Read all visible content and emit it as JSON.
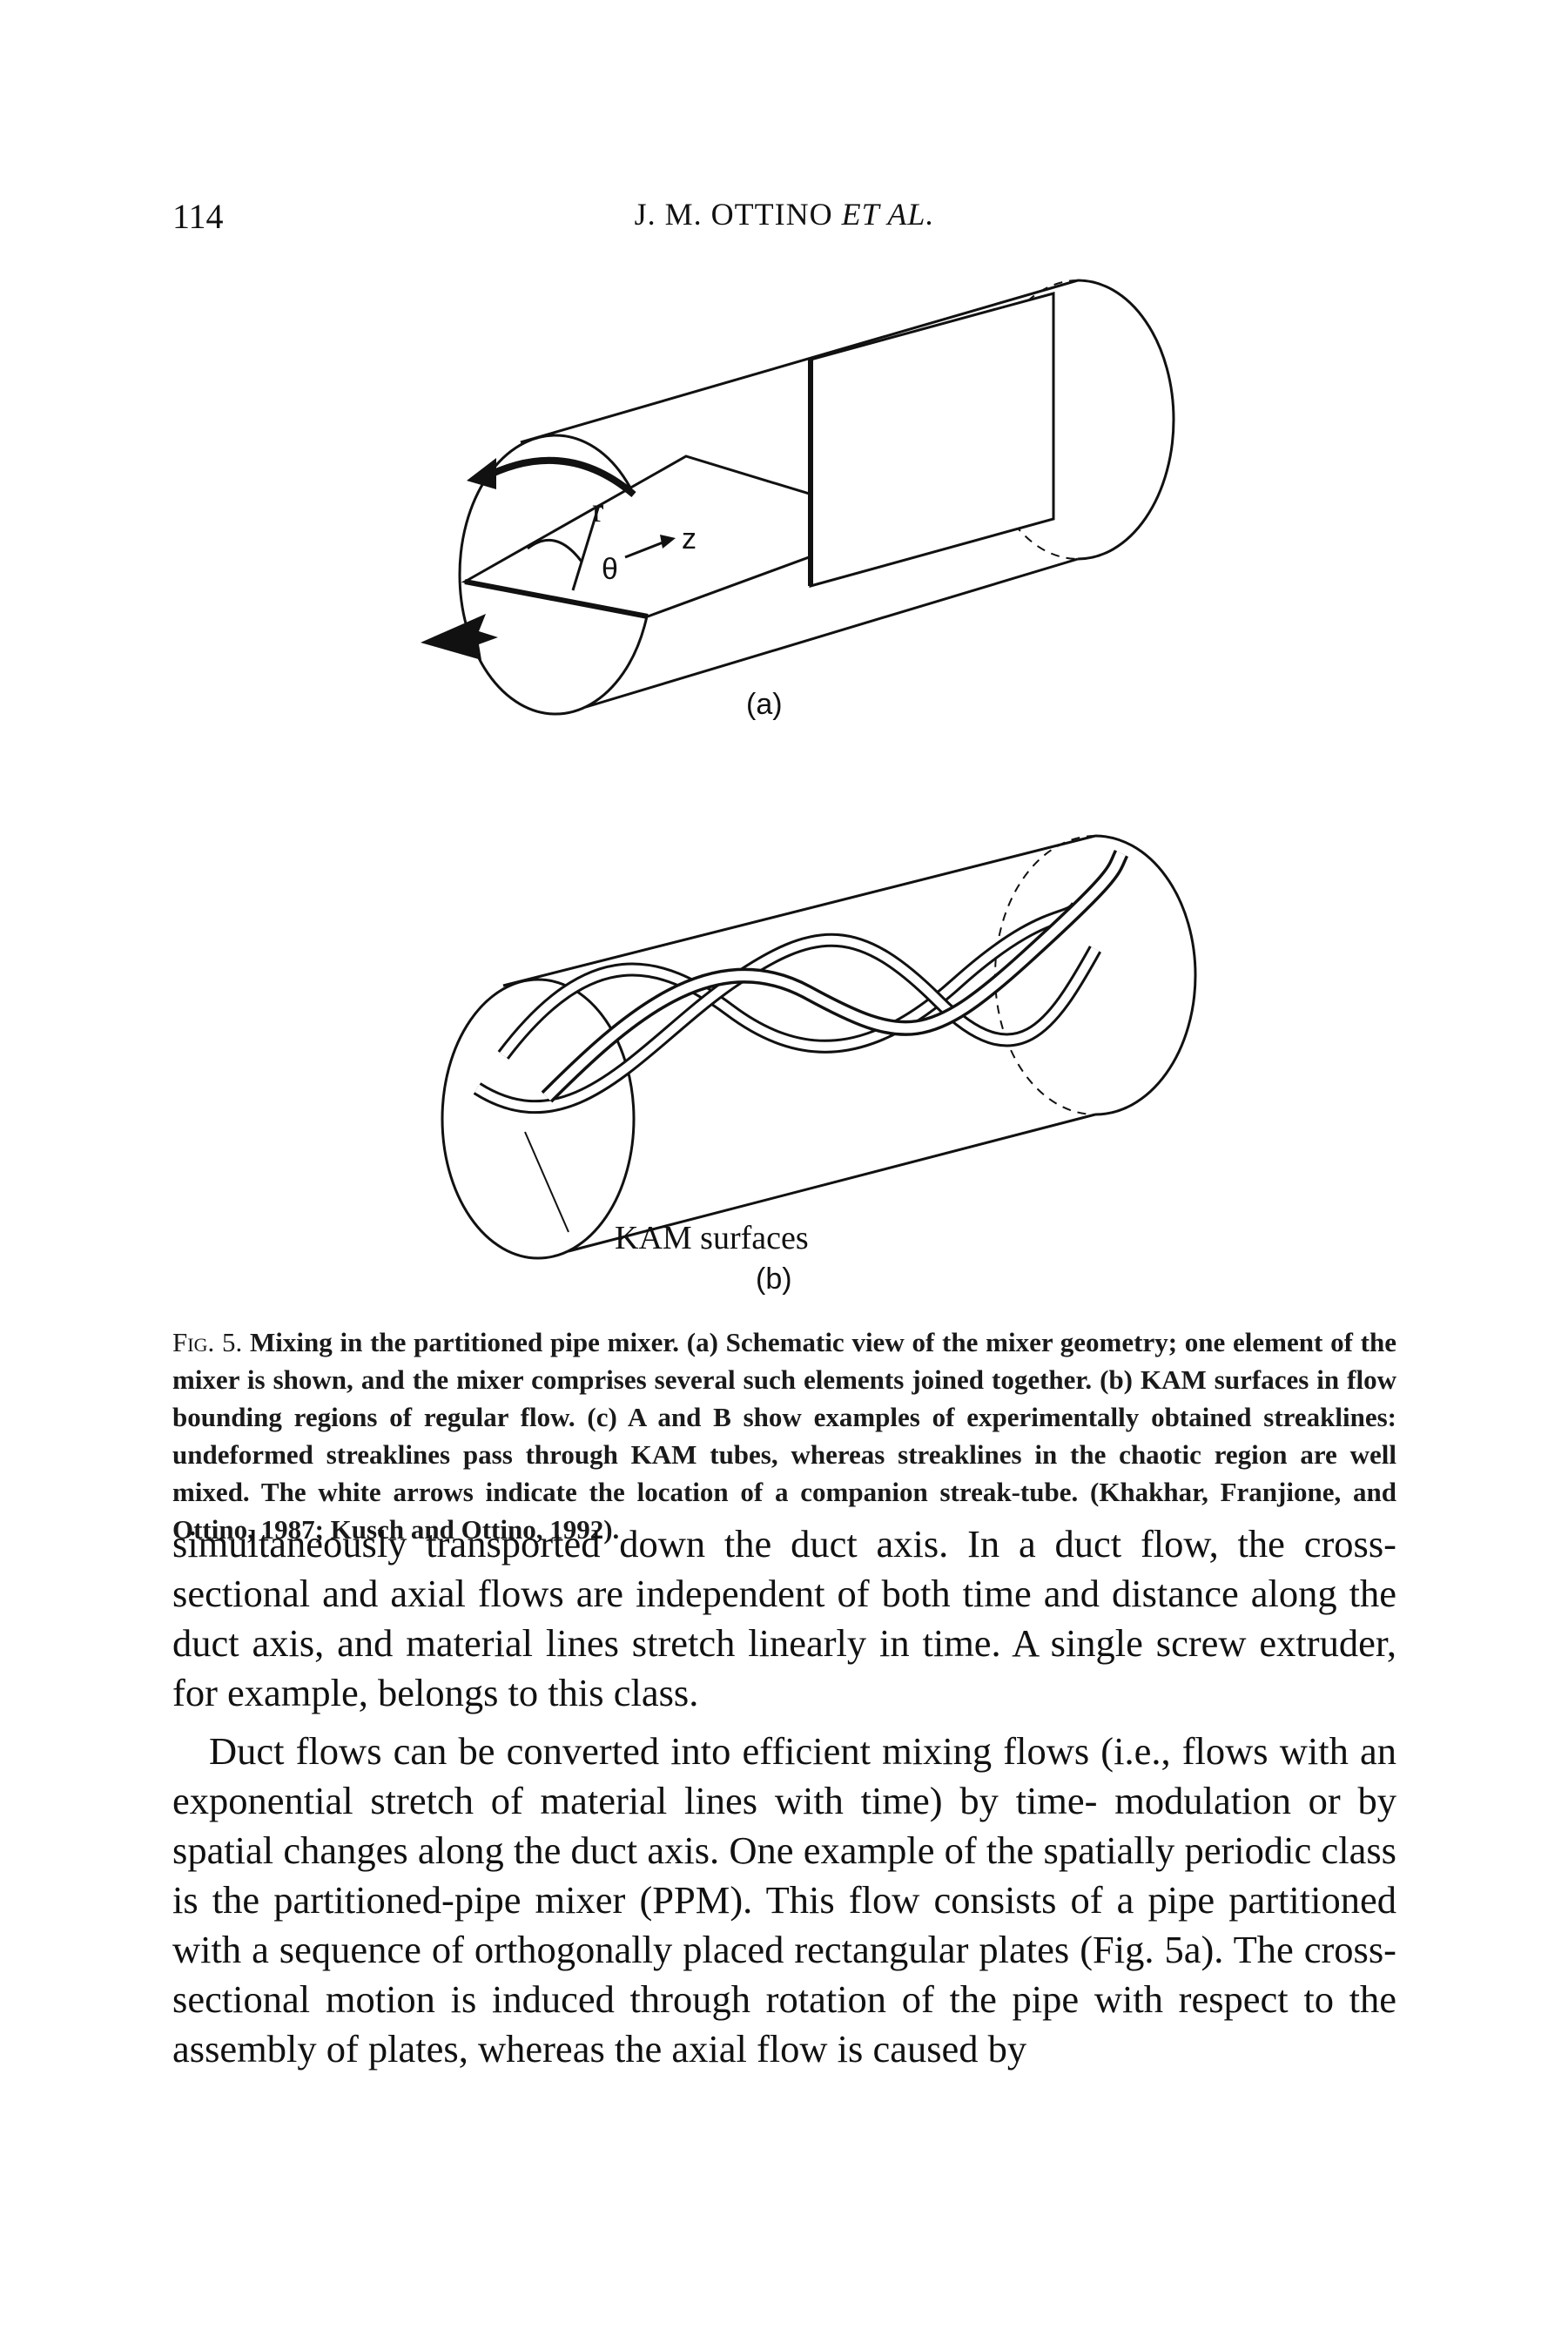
{
  "header": {
    "page_number": "114",
    "running_head_authors": "J. M. OTTINO",
    "running_head_etal": "ET AL."
  },
  "figure": {
    "panel_a_label": "(a)",
    "panel_b_label": "(b)",
    "axis_r": "r",
    "axis_theta": "θ",
    "axis_z": "z",
    "kam_label": "KAM surfaces"
  },
  "caption": {
    "fig_label": "Fig. 5.",
    "text": "Mixing in the partitioned pipe mixer. (a) Schematic view of the mixer geometry; one element of the mixer is shown, and the mixer comprises several such elements joined together. (b) KAM surfaces in flow bounding regions of regular flow. (c) A and B show examples of experimentally obtained streaklines: undeformed streaklines pass through KAM tubes, whereas streaklines in the chaotic region are well mixed. The white arrows indicate the location of a companion streak-tube. (Khakhar, Franjione, and Ottino, 1987; Kusch and Ottino, 1992)."
  },
  "body": {
    "paragraph_1": "simultaneously transported down the duct axis. In a duct flow, the cross-sectional and axial flows are independent of both time and distance along the duct axis, and material lines stretch linearly in time. A single screw extruder, for example, belongs to this class.",
    "paragraph_2": "Duct flows can be converted into efficient mixing flows (i.e., flows with an exponential stretch of material lines with time) by time- modulation or by spatial changes along the duct axis. One example of the spatially periodic class is the partitioned-pipe mixer (PPM). This flow consists of a pipe partitioned with a sequence of orthogonally placed rectangular plates (Fig. 5a). The cross-sectional motion is induced through rotation of the pipe with respect to the assembly of plates, whereas the axial flow is caused by"
  }
}
